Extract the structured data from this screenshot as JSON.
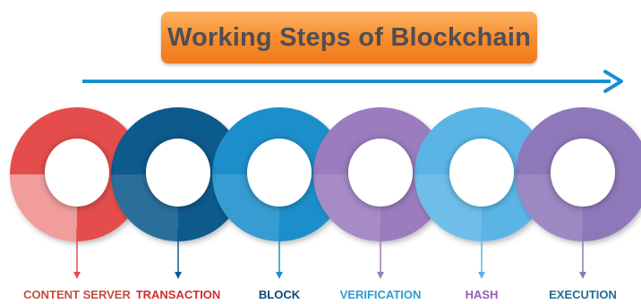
{
  "title": "Working Steps of Blockchain",
  "steps": [
    {
      "label": "CONTENT SERVER",
      "color": "#e44d4b",
      "label_color": "#c24e3e"
    },
    {
      "label": "TRANSACTION",
      "color": "#0d5a8c",
      "label_color": "#d42d2d"
    },
    {
      "label": "BLOCK",
      "color": "#1e8fcb",
      "label_color": "#0f4a7c"
    },
    {
      "label": "VERIFICATION",
      "color": "#9a7bbf",
      "label_color": "#2e9bd3"
    },
    {
      "label": "HASH",
      "color": "#5ab5e6",
      "label_color": "#9b59b6"
    },
    {
      "label": "EXECUTION",
      "color": "#8f78ba",
      "label_color": "#1e6f96"
    }
  ],
  "arrow_color": "#1a8fcf",
  "icons": {
    "flow_arrow": "right-arrow-icon",
    "step_pointer": "down-arrow-icon"
  }
}
